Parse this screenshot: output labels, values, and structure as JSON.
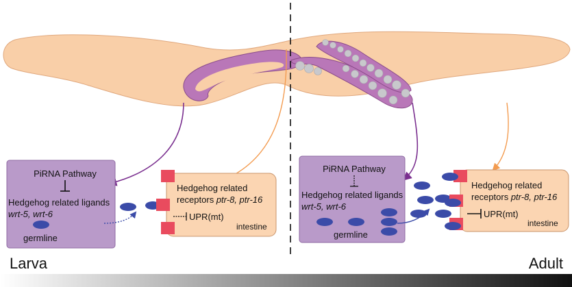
{
  "stages": {
    "left": "Larva",
    "right": "Adult"
  },
  "larva": {
    "germline_box": {
      "pathway": "PiRNA Pathway",
      "ligands_title": "Hedgehog related ligands",
      "ligands_genes": "wrt-5, wrt-6",
      "tissue": "germline"
    },
    "intestine_box": {
      "receptors_line1": "Hedgehog related",
      "receptors_prefix": "receptors ",
      "receptors_genes": "ptr-8, ptr-16",
      "upr": "UPR(mt)",
      "tissue": "intestine"
    }
  },
  "adult": {
    "germline_box": {
      "pathway": "PiRNA Pathway",
      "ligands_title": "Hedgehog related ligands",
      "ligands_genes": "wrt-5, wrt-6",
      "tissue": "germline"
    },
    "intestine_box": {
      "receptors_line1": "Hedgehog related",
      "receptors_prefix": "receptors ",
      "receptors_genes": "ptr-8, ptr-16",
      "upr": "UPR(mt)",
      "tissue": "intestine"
    }
  },
  "colors": {
    "worm_body": "#f9cfa8",
    "gonad": "#b977b8",
    "germline_box": "#b99ac9",
    "intestine_box": "#fbd5b2",
    "receptor": "#e94b5e",
    "ligand": "#3b4ba8",
    "oocyte": "#c8c8cc",
    "germline_arrow": "#7a2f8f",
    "intestine_arrow": "#f39b4f"
  }
}
